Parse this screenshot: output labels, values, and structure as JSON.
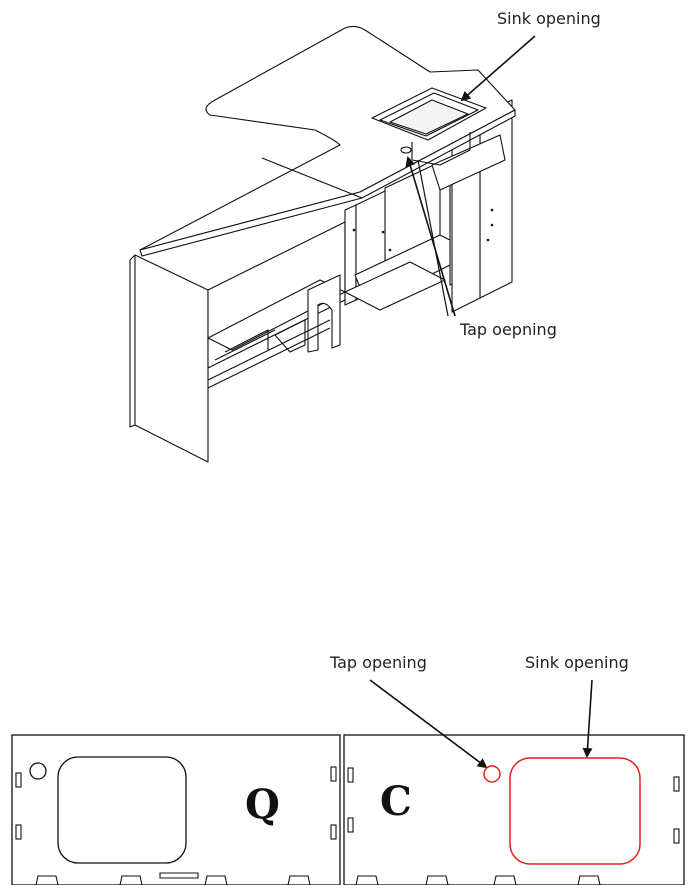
{
  "isometric_view": {
    "callouts": {
      "sink_label": "Sink opening",
      "tap_label": "Tap oepning"
    }
  },
  "cut_panels": {
    "left_panel_letter": "Q",
    "right_panel_letter": "C",
    "callouts": {
      "tap_label": "Tap opening",
      "sink_label": "Sink opening"
    },
    "highlight_color": "#e0201c"
  },
  "colors": {
    "line": "#111111",
    "background": "#ffffff"
  }
}
